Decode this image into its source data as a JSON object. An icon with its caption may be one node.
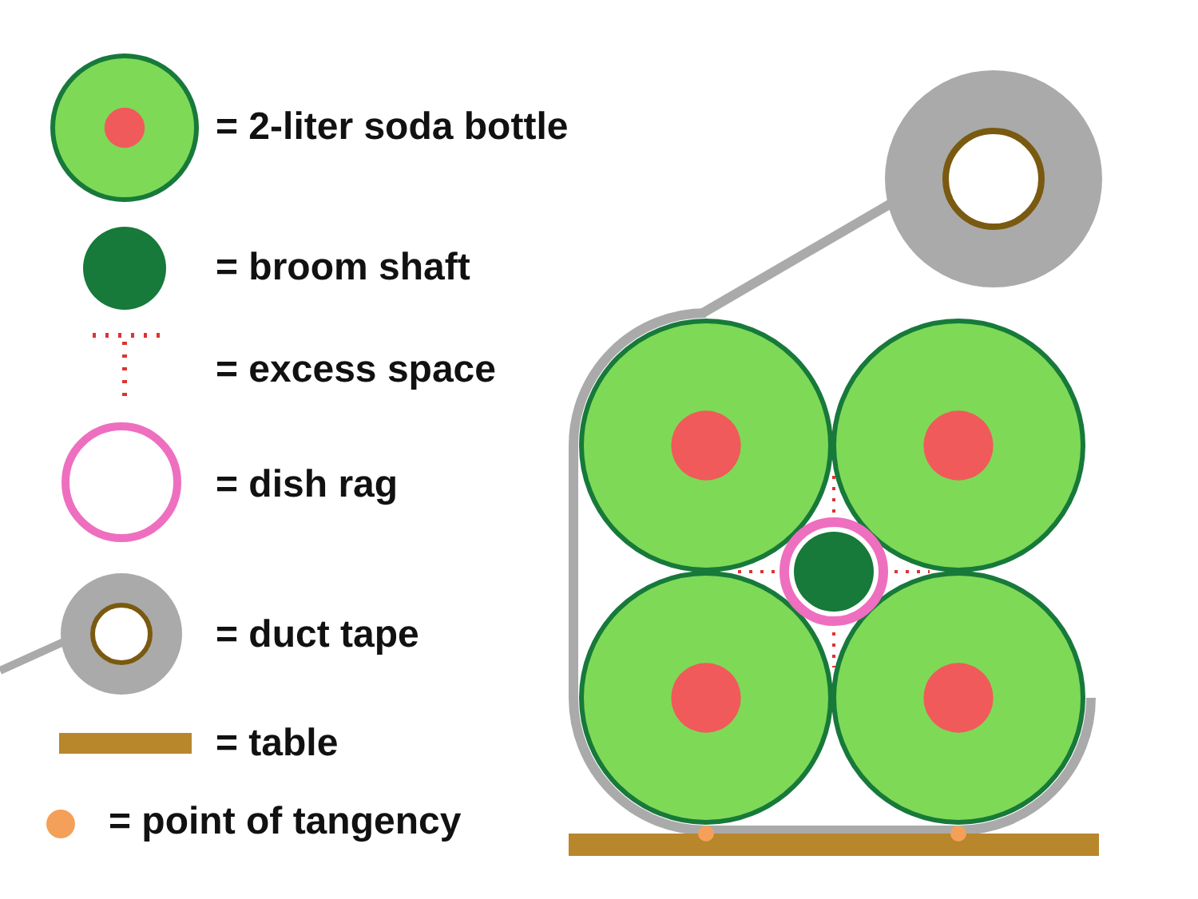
{
  "diagram": {
    "legend": [
      {
        "text": "= 2-liter soda bottle"
      },
      {
        "text": "= broom shaft",
        "color": "#17793a"
      },
      {
        "text": "= excess space"
      },
      {
        "text": "= dish rag"
      },
      {
        "text": "= duct tape"
      },
      {
        "text": "= table",
        "color": "#b8862b"
      },
      {
        "text": "= point of tangency",
        "color": "#f4a05a"
      }
    ]
  }
}
